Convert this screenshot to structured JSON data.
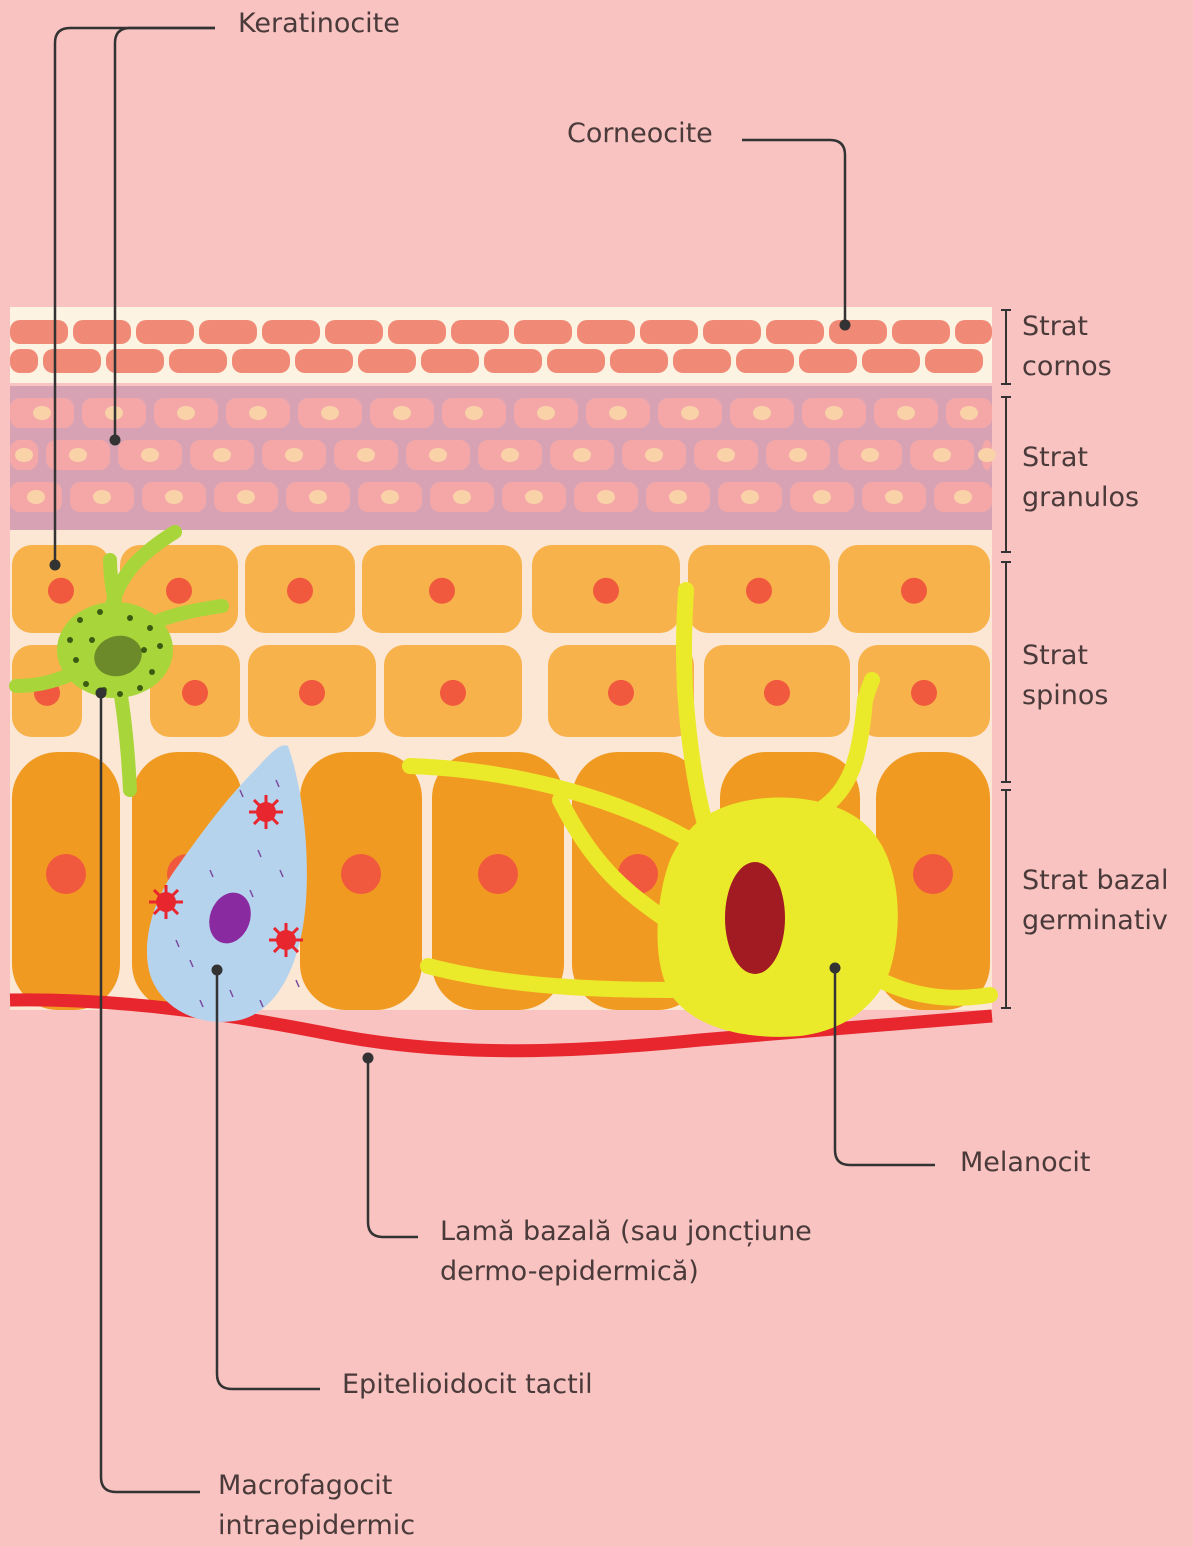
{
  "labels": {
    "keratinocite": "Keratinocite",
    "corneocite": "Corneocite",
    "melanocit": "Melanocit",
    "lama_bazala_line1": "Lamă bazală (sau joncțiune",
    "lama_bazala_line2": "dermo-epidermică)",
    "epitelioidocit": "Epitelioidocit tactil",
    "macrofagocit_line1": "Macrofagocit",
    "macrofagocit_line2": "intraepidermic"
  },
  "layers": [
    {
      "id": "cornos",
      "line1": "Strat",
      "line2": "cornos"
    },
    {
      "id": "granulos",
      "line1": "Strat",
      "line2": "granulos"
    },
    {
      "id": "spinos",
      "line1": "Strat",
      "line2": "spinos"
    },
    {
      "id": "bazal",
      "line1": "Strat bazal",
      "line2": "germinativ"
    }
  ],
  "colors": {
    "background": "#f8c3c1",
    "corneocyte": "#f08a76",
    "granular_band": "#d6a2b4",
    "granular_cell": "#f5a7a8",
    "granular_nucleus": "#fad2a8",
    "spinous_cell": "#f8b24c",
    "basal_cell": "#f19a22",
    "cell_nucleus": "#f0593d",
    "basal_membrane": "#e8262e",
    "melanocyte": "#eaea2a",
    "melanocyte_nucleus": "#a21a22",
    "macrophage": "#a8d63a",
    "macrophage_nucleus": "#6d8a2a",
    "tactile_cell": "#b6d3ee",
    "tactile_nucleus": "#8a2aa0",
    "leader_line": "#333333"
  }
}
